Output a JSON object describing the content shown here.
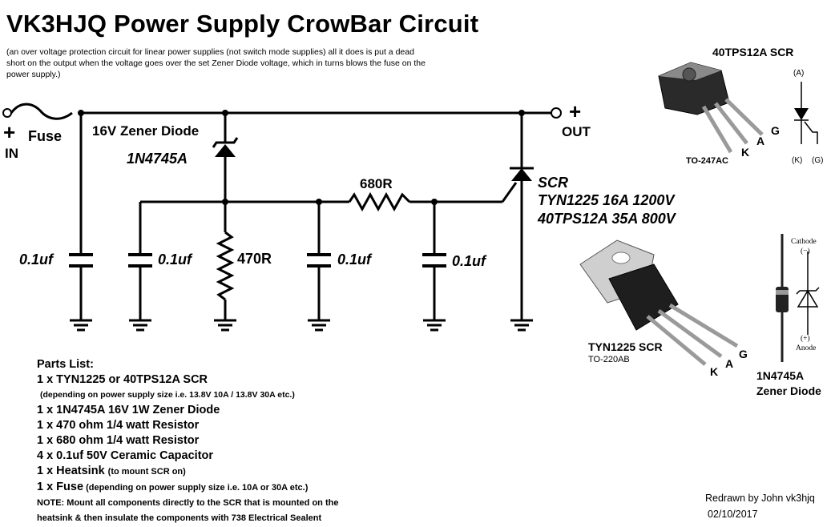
{
  "title": "VK3HJQ Power Supply CrowBar Circuit",
  "subtitle": "(an over voltage protection circuit for linear power supplies (not switch mode supplies) all it does is put a dead short on the output when the voltage goes over the set Zener Diode voltage, which in turns blows the fuse on the power supply.)",
  "labels": {
    "fuse": "Fuse",
    "plus_in": "+",
    "in": "IN",
    "plus_out": "+",
    "out": "OUT",
    "zener_name": "16V Zener Diode",
    "zener_part": "1N4745A",
    "r680": "680R",
    "r470": "470R",
    "scr": "SCR",
    "scr_part1": "TYN1225 16A 1200V",
    "scr_part2": "40TPS12A 35A 800V",
    "cap1": "0.1uf",
    "cap2": "0.1uf",
    "cap3": "0.1uf",
    "cap4": "0.1uf"
  },
  "components": {
    "to247_title": "40TPS12A SCR",
    "to247_pkg": "TO-247AC",
    "to247_k": "K",
    "to247_a": "A",
    "to247_g": "G",
    "sym_a": "(A)",
    "sym_k": "(K)",
    "sym_g": "(G)",
    "to220_title": "TYN1225 SCR",
    "to220_pkg": "TO-220AB",
    "to220_k": "K",
    "to220_a": "A",
    "to220_g": "G",
    "zener_cathode": "Cathode",
    "zener_minus": "(−)",
    "zener_plus": "(+)",
    "zener_anode": "Anode",
    "zener_title1": "1N4745A",
    "zener_title2": "Zener Diode"
  },
  "parts_list": {
    "heading": "Parts List:",
    "l1": "1 x TYN1225 or 40TPS12A SCR",
    "l1_note": "(depending on power supply size i.e. 13.8V 10A / 13.8V 30A etc.)",
    "l2": "1 x 1N4745A 16V 1W Zener Diode",
    "l3": "1 x 470 ohm 1/4 watt Resistor",
    "l4": " 1 x 680 ohm 1/4 watt Resistor",
    "l5": "4 x 0.1uf 50V Ceramic Capacitor",
    "l6": " 1 x Heatsink",
    "l6_note": "(to mount SCR on)",
    "l7": " 1 x Fuse",
    "l7_note": " (depending on power supply size i.e. 10A or 30A etc.)",
    "note1": "NOTE: Mount all components directly to the SCR that is mounted on the",
    "note2": "heatsink & then insulate the components with 738 Electrical Sealent"
  },
  "footer": {
    "credit": "Redrawn by John vk3hjq",
    "date": "02/10/2017"
  }
}
